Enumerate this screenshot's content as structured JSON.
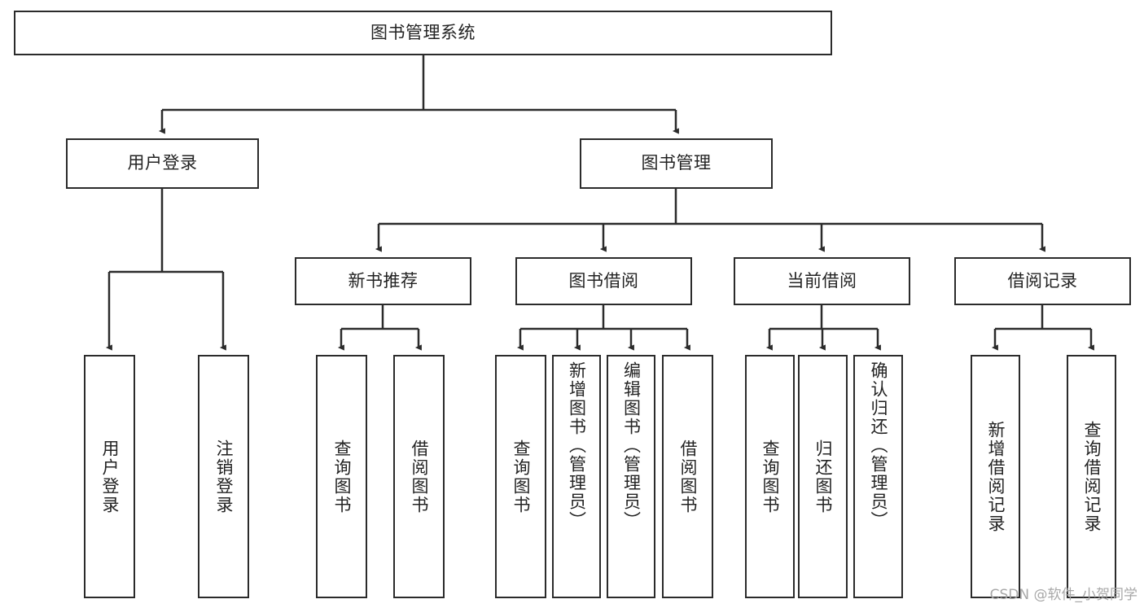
{
  "diagram": {
    "type": "tree",
    "title": "图书管理系统",
    "root": {
      "label": "图书管理系统"
    },
    "level2": [
      {
        "label": "用户登录"
      },
      {
        "label": "图书管理"
      }
    ],
    "level3": [
      {
        "label": "新书推荐"
      },
      {
        "label": "图书借阅"
      },
      {
        "label": "当前借阅"
      },
      {
        "label": "借阅记录"
      }
    ],
    "leaves": {
      "user_login": [
        {
          "label": "用户登录"
        },
        {
          "label": "注销登录"
        }
      ],
      "new_book_recommend": [
        {
          "label": "查询图书"
        },
        {
          "label": "借阅图书"
        }
      ],
      "book_borrow": [
        {
          "label": "查询图书"
        },
        {
          "label": "新增图书（管理员）"
        },
        {
          "label": "编辑图书（管理员）"
        },
        {
          "label": "借阅图书"
        }
      ],
      "current_borrow": [
        {
          "label": "查询图书"
        },
        {
          "label": "归还图书"
        },
        {
          "label": "确认归还（管理员）"
        }
      ],
      "borrow_record": [
        {
          "label": "新增借阅记录"
        },
        {
          "label": "查询借阅记录"
        }
      ]
    }
  },
  "watermark": {
    "text": "CSDN @软件_小贺同学"
  },
  "colors": {
    "border": "#2b2b2b",
    "text": "#232323",
    "background": "#ffffff",
    "watermark": "#a8a8a8"
  }
}
